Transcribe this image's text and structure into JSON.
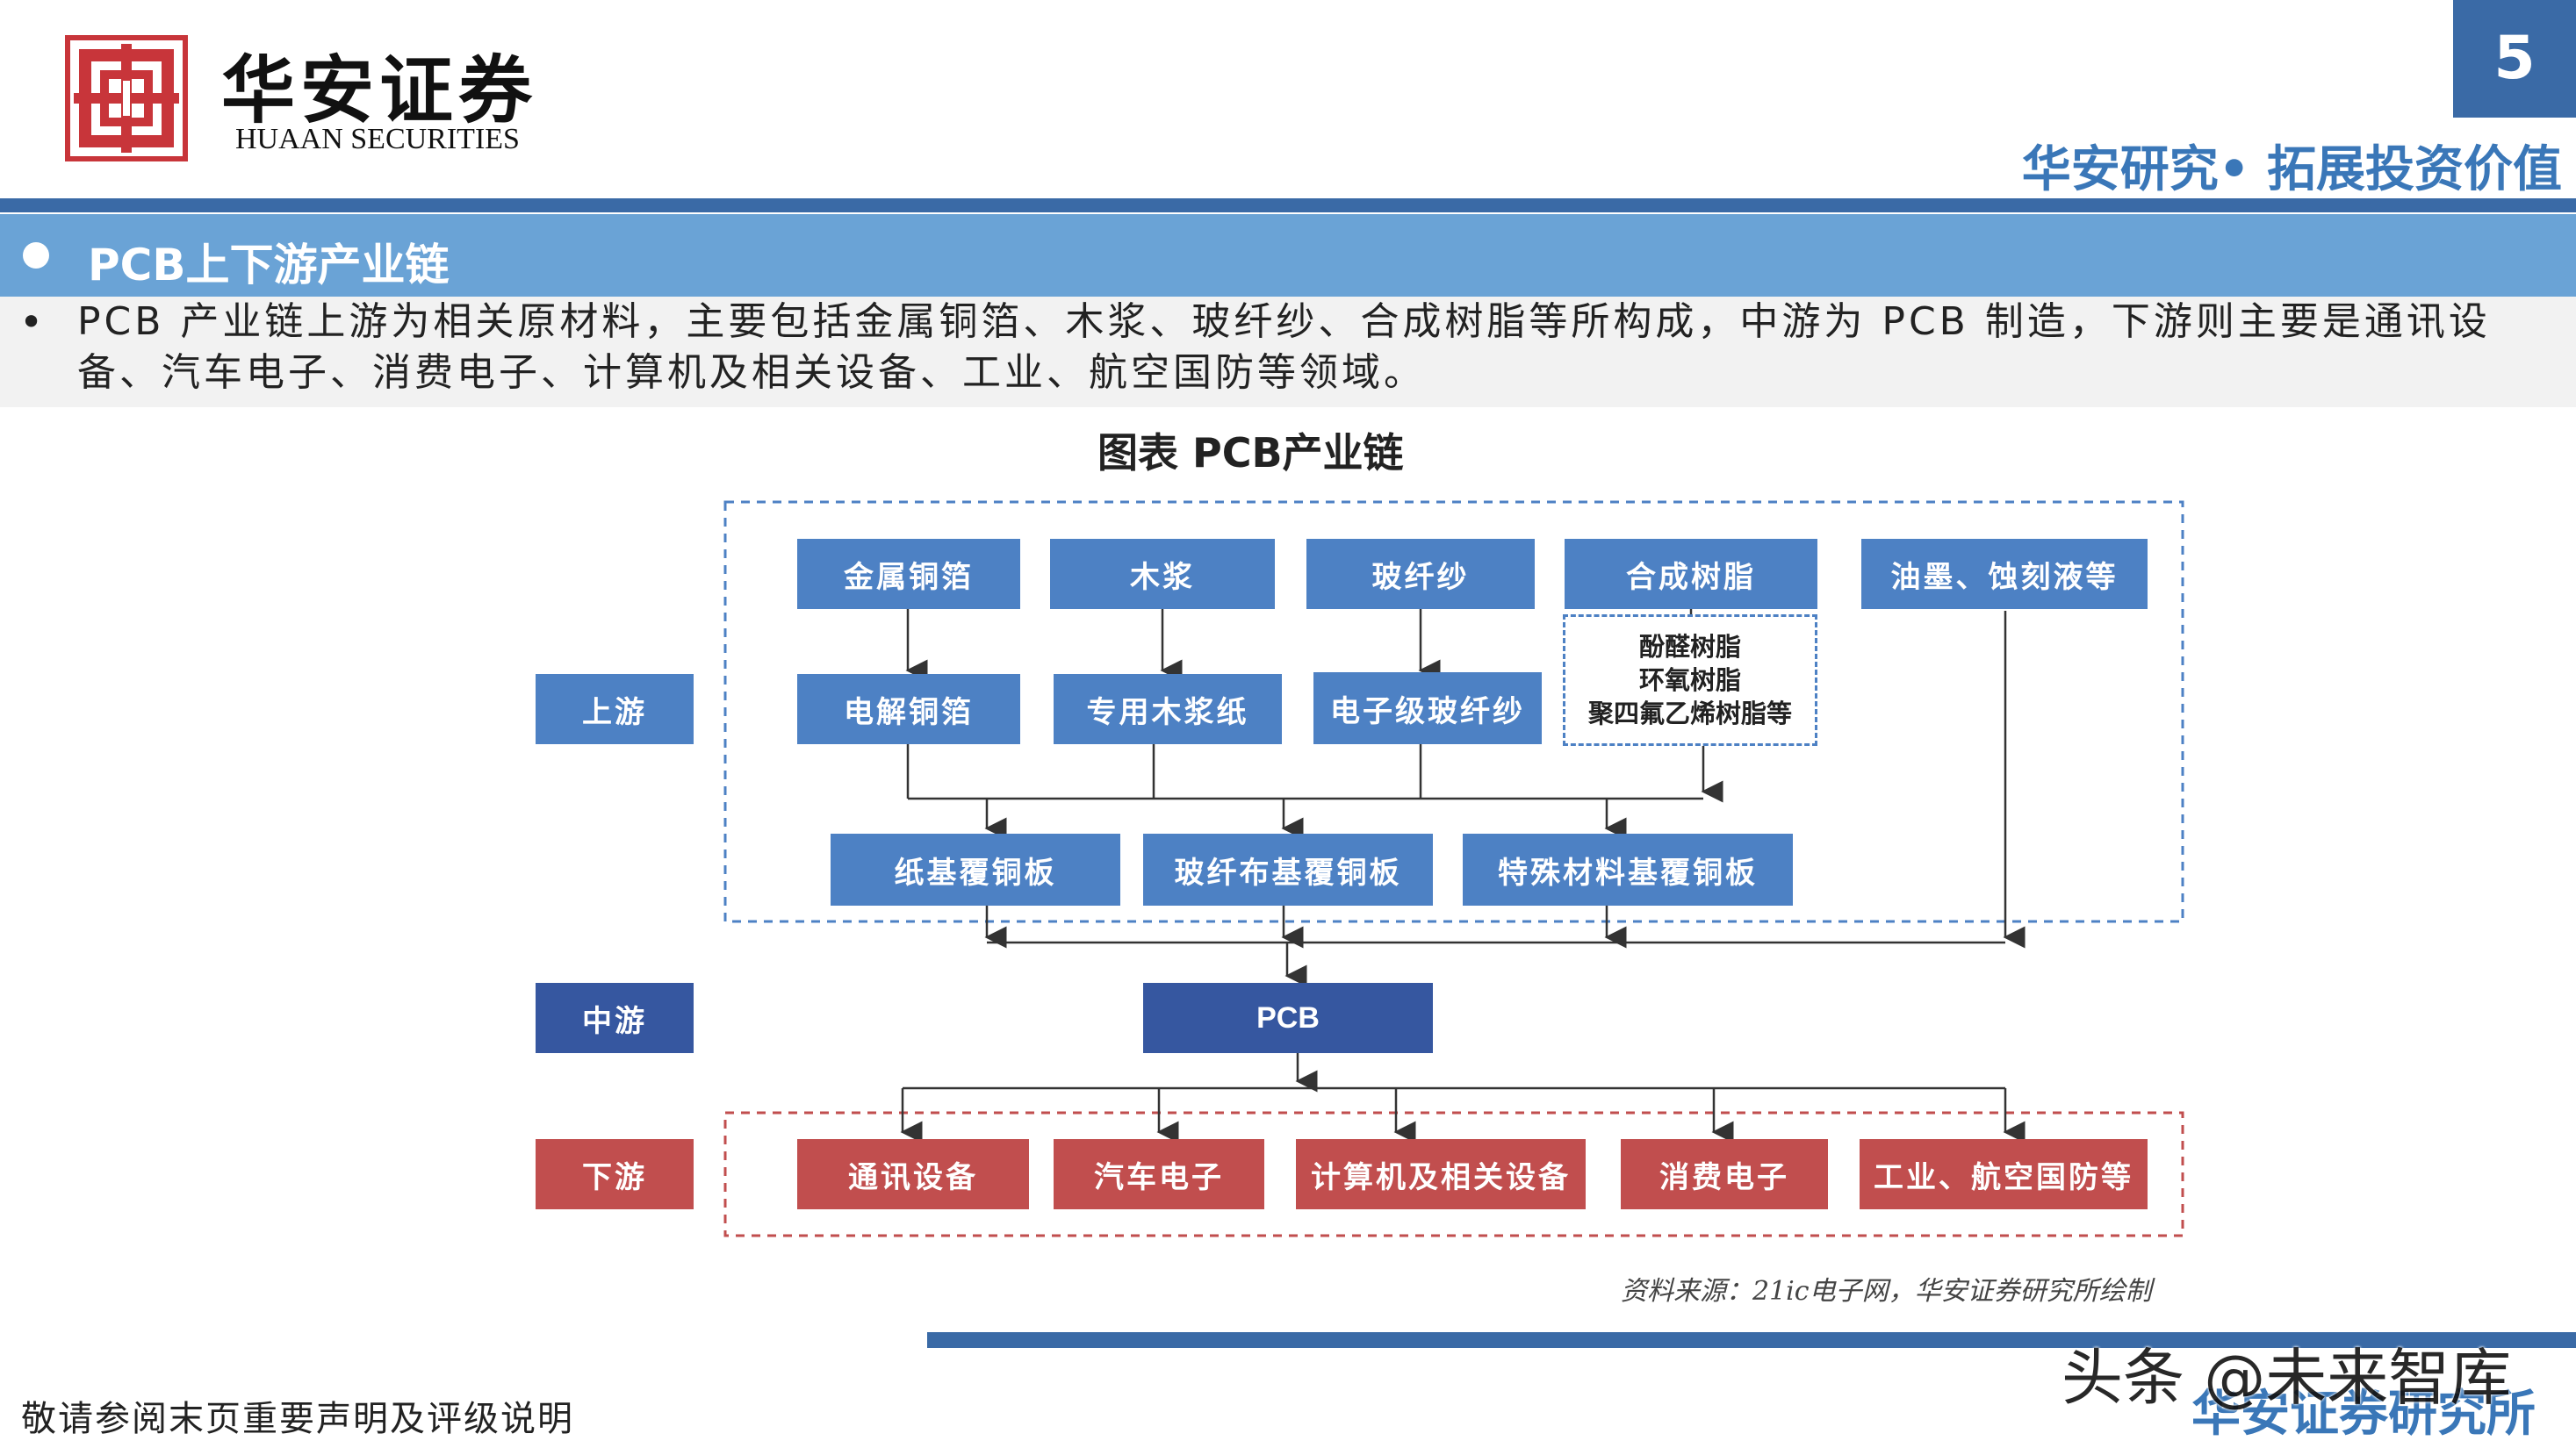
{
  "header": {
    "brand_cn": "华安证券",
    "brand_en": "HUAAN SECURITIES",
    "page_number": "5",
    "slogan": "华安研究• 拓展投资价值"
  },
  "section": {
    "title": "PCB上下游产业链",
    "bullet": "•",
    "intro": "PCB 产业链上游为相关原材料，主要包括金属铜箔、木浆、玻纤纱、合成树脂等所构成，中游为 PCB 制造，下游则主要是通讯设备、汽车电子、消费电子、计算机及相关设备、工业、航空国防等领域。"
  },
  "figure": {
    "title": "图表 PCB产业链",
    "stage_labels": {
      "upstream": "上游",
      "midstream": "中游",
      "downstream": "下游"
    },
    "raw_materials": [
      "金属铜箔",
      "木浆",
      "玻纤纱",
      "合成树脂",
      "油墨、蚀刻液等"
    ],
    "processed_materials": [
      "电解铜箔",
      "专用木浆纸",
      "电子级玻纤纱"
    ],
    "resin_types": [
      "酚醛树脂",
      "环氧树脂",
      "聚四氟乙烯树脂等"
    ],
    "laminates": [
      "纸基覆铜板",
      "玻纤布基覆铜板",
      "特殊材料基覆铜板"
    ],
    "pcb": "PCB",
    "applications": [
      "通讯设备",
      "汽车电子",
      "计算机及相关设备",
      "消费电子",
      "工业、航空国防等"
    ],
    "source": "资料来源：21ic电子网，华安证券研究所绘制"
  },
  "colors": {
    "node_blue": "#4d81c4",
    "node_navy": "#3657a0",
    "node_red": "#c14e4e",
    "brand_blue": "#3a6aa6",
    "logo_red": "#c8353a"
  },
  "footer": {
    "disclaimer": "敬请参阅末页重要声明及评级说明",
    "org": "华安证券研究所",
    "watermark": "头条 @未来智库"
  }
}
